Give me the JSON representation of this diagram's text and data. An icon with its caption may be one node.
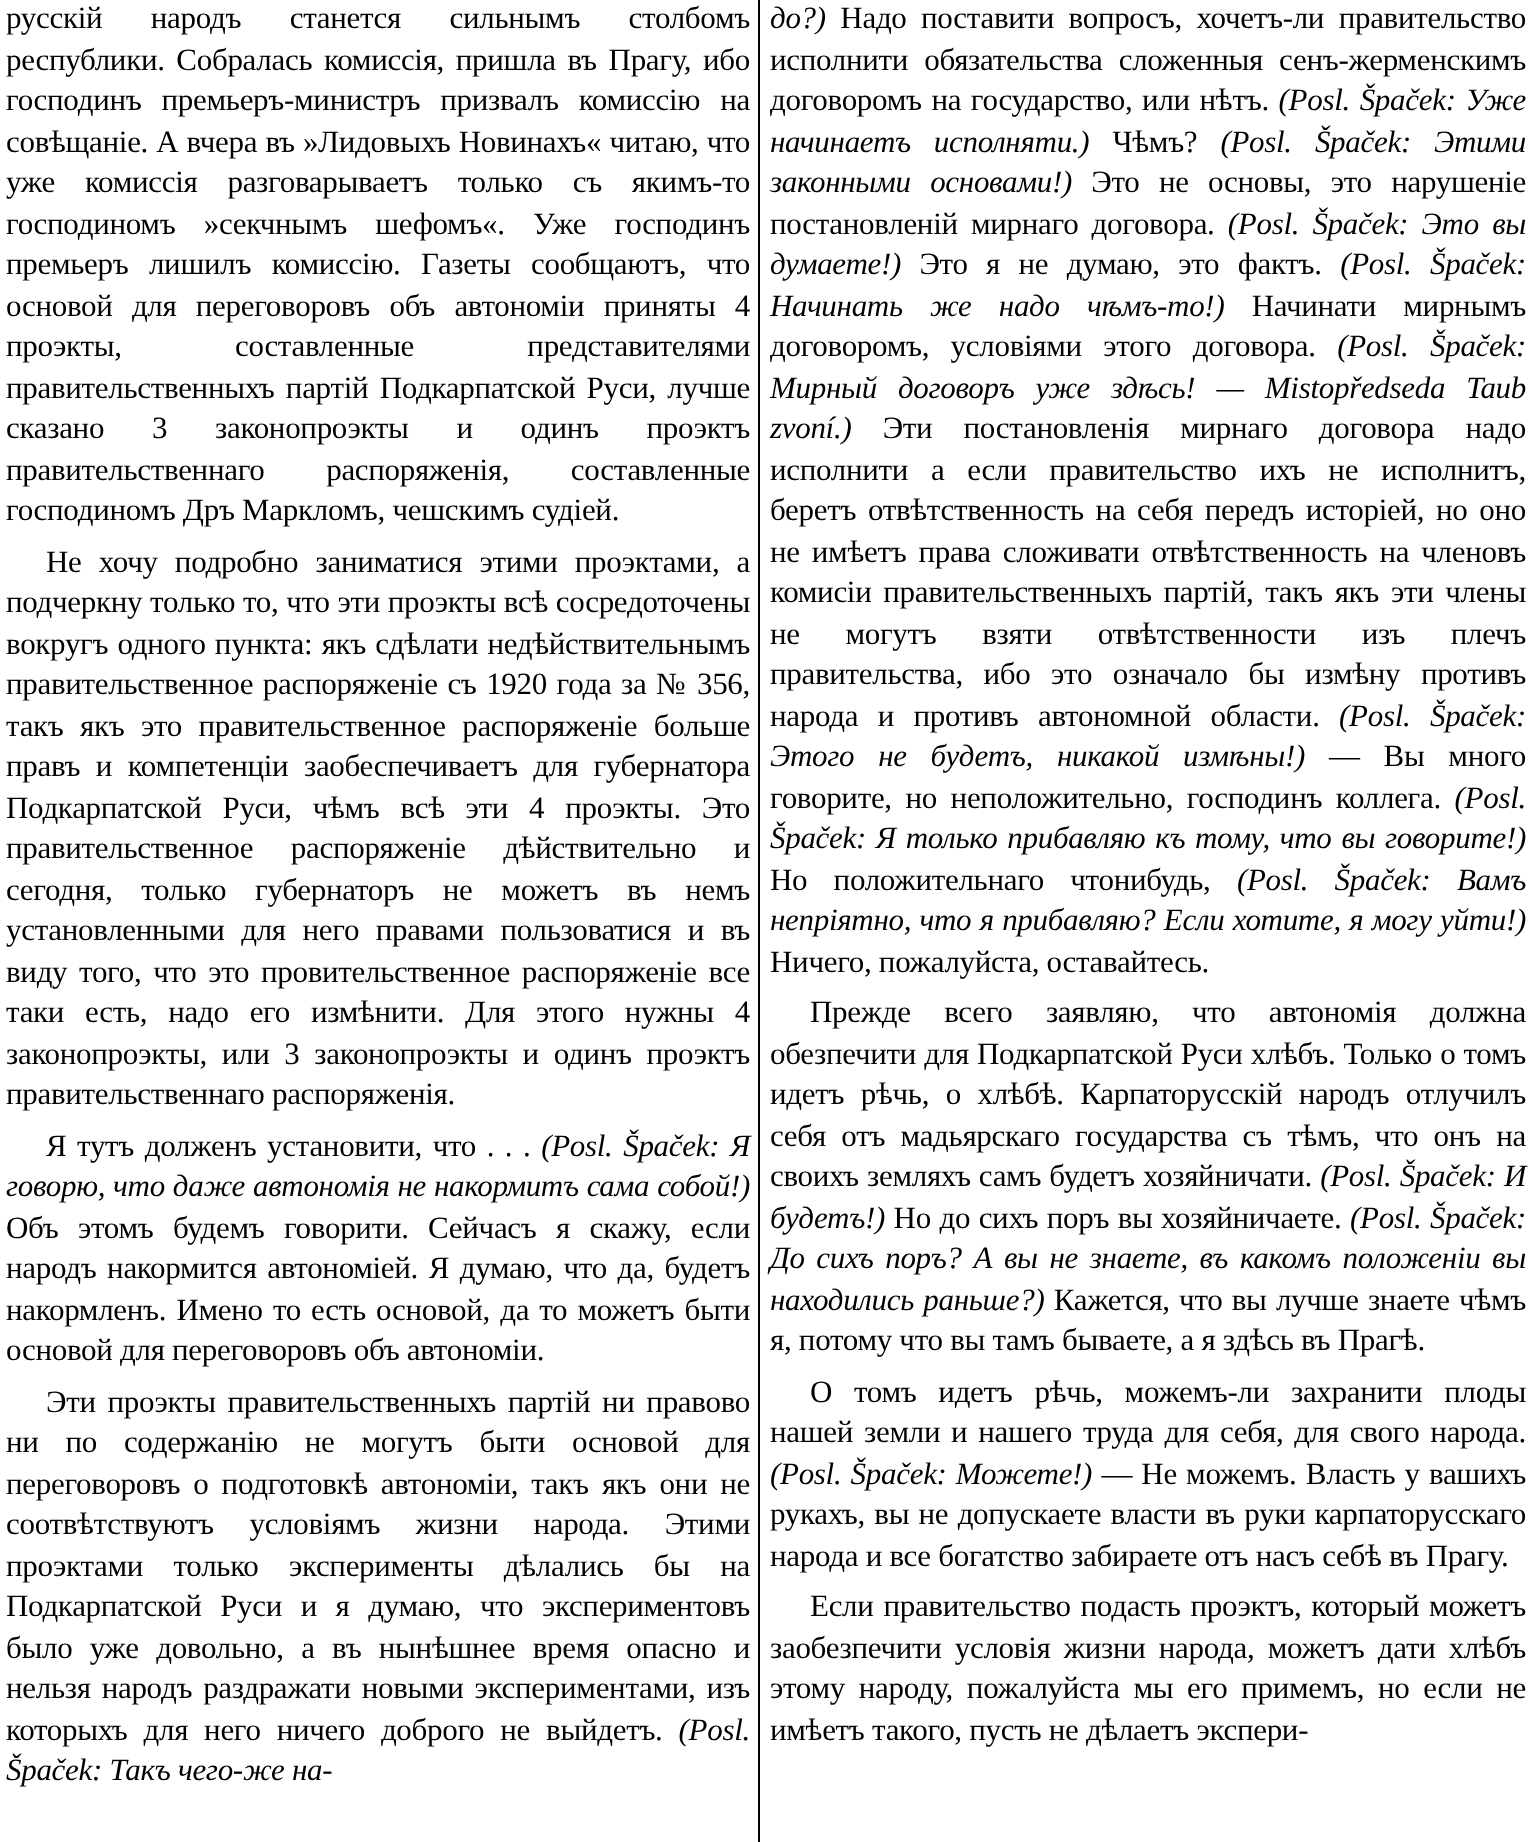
{
  "diagram": {
    "labels": [
      "русскій народъ станется сильнымъ столбомъ республики. Собралась комиссія, пришла въ Прагу, ибо господинъ премьеръ-министръ призвалъ комиссію на совѣщаніе. А вчера въ »Лидовыхъ Новинахъ« читаю, что уже комиссія разговарываетъ только съ якимъ-то господиномъ »секчнымъ шефомъ«. Уже господинъ премьеръ лишилъ комиссію. Газеты сообщаютъ, что основой для переговоровъ объ автономіи приняты 4 проэкты, составленные представителями правительственныхъ партій Подкарпатской Руси, лучше сказано 3 законопроэкты и одинъ проэктъ правительственнаго распоряженія, составленные господиномъ Дръ Маркломъ, чешскимъ судіей.",
      "Не хочу подробно заниматися этими проэктами, а подчеркну только то, что эти проэкты всѣ сосредоточены вокругъ одного пункта: якъ сдѣлати недѣйствительнымъ правительственное распоряженіе съ 1920 года за № 356, такъ якъ это правительственное распоряженіе больше правъ и компетенціи заобеспечиваетъ для губернатора Подкарпатской Руси, чѣмъ всѣ эти 4 проэкты. Это правительственное распоряженіе дѣйствительно и сегодня, только губернаторъ не можетъ въ немъ установленными для него правами пользоватися и въ виду того, что это провительственное распоряженіе все таки есть, надо его измѣнити. Для этого нужны 4 законопроэкты, или 3 законопроэкты и одинъ проэктъ правительственнаго распоряженія.",
      "Я тутъ долженъ установити, что . . . *(Posl. Špaček: Я говорю, что даже автономія не накормитъ сама собой!)* Объ этомъ будемъ говорити. Сейчасъ я скажу, если народъ накормится автономіей. Я думаю, что да, будетъ накормленъ. Имено то есть основой, да то можетъ быти основой для переговоровъ объ автономіи.",
      "Эти проэкты правительственныхъ партій ни правово ни по содержанію не могутъ быти основой для переговоровъ о подготовкѣ автономіи, такъ якъ они не соотвѣтствуютъ условіямъ жизни народа. Этими проэктами только эксперименты дѣлались бы на Подкарпатской Руси и я думаю, что экспериментовъ было уже довольно, а въ нынѣшнее время опасно и нельзя народъ раздражати новыми экспериментами, изъ которыхъ для него ничего доброго не выйдетъ. *(Posl. Špaček: Такъ чего-же на-*",
      "*до?)* Надо поставити вопросъ, хочетъ-ли правительство исполнити обязательства сложенныя сенъ-жерменскимъ договоромъ на государство, или нѣтъ. *(Posl. Špaček: Уже начинаетъ исполняти.)* Чѣмъ? *(Posl. Špaček: Этими законными основами!)* Это не основы, это нарушеніе постановленій мирнаго договора. *(Posl. Špaček: Это вы думаете!)* Это я не думаю, это фактъ. *(Posl. Špaček: Начинать же надо чѣмъ-то!)* Начинати мирнымъ договоромъ, условіями этого договора. *(Posl. Špaček: Мирный договоръ уже здѣсь! — Mistopředseda Taub zvoní.)* Эти постановленія мирнаго договора надо исполнити а если правительство ихъ не исполнитъ, беретъ отвѣтственность на себя передъ исторіей, но оно не имѣетъ права сложивати отвѣтственность на членовъ комисіи правительственныхъ партій, такъ якъ эти члены не могутъ взяти отвѣтственности изъ плечъ правительства, ибо это означало бы измѣну противъ народа и противъ автономной области. *(Posl. Špaček: Этого не будетъ, никакой измѣны!)* — Вы много говорите, но неположительно, господинъ коллега. *(Posl. Špaček: Я только прибавляю къ тому, что вы говорите!)* Но положительнаго чтонибудь, *(Posl. Špaček: Вамъ непріятно, что я прибавляю? Если хотите, я могу уйти!)* Ничего, пожалуйста, оставайтесь.",
      "Прежде всего заявляю, что автономія должна обезпечити для Подкарпатской Руси хлѣбъ. Только о томъ идетъ рѣчь, о хлѣбѣ. Карпаторусскій народъ отлучилъ себя отъ мадьярскаго государства съ тѣмъ, что онъ на своихъ земляхъ самъ будетъ хозяйничати. *(Posl. Špaček: И будетъ!)* Но до сихъ поръ вы хозяйничаете. *(Posl. Špaček: До сихъ поръ? А вы не знаете, въ какомъ положеніи вы находились раньше?)* Кажется, что вы лучше знаете чѣмъ я, потому что вы тамъ бываете, а я здѣсь въ Прагѣ.",
      "О томъ идетъ рѣчь, можемъ-ли захранити плоды нашей земли и нашего труда для себя, для свого народа. *(Posl. Špaček: Можете!)* — Не можемъ. Власть у вашихъ рукахъ, вы не допускаете власти въ руки карпаторусскаго народа и все богатство забираете отъ насъ себѣ въ Прагу.",
      "Если правительство подасть проэктъ, который можетъ заобезпечити условія жизни народа, можетъ дати хлѣбъ этому народу, пожалуйста мы его примемъ, но если не имѣетъ такого, пусть не дѣлаетъ экспери-"
    ]
  }
}
